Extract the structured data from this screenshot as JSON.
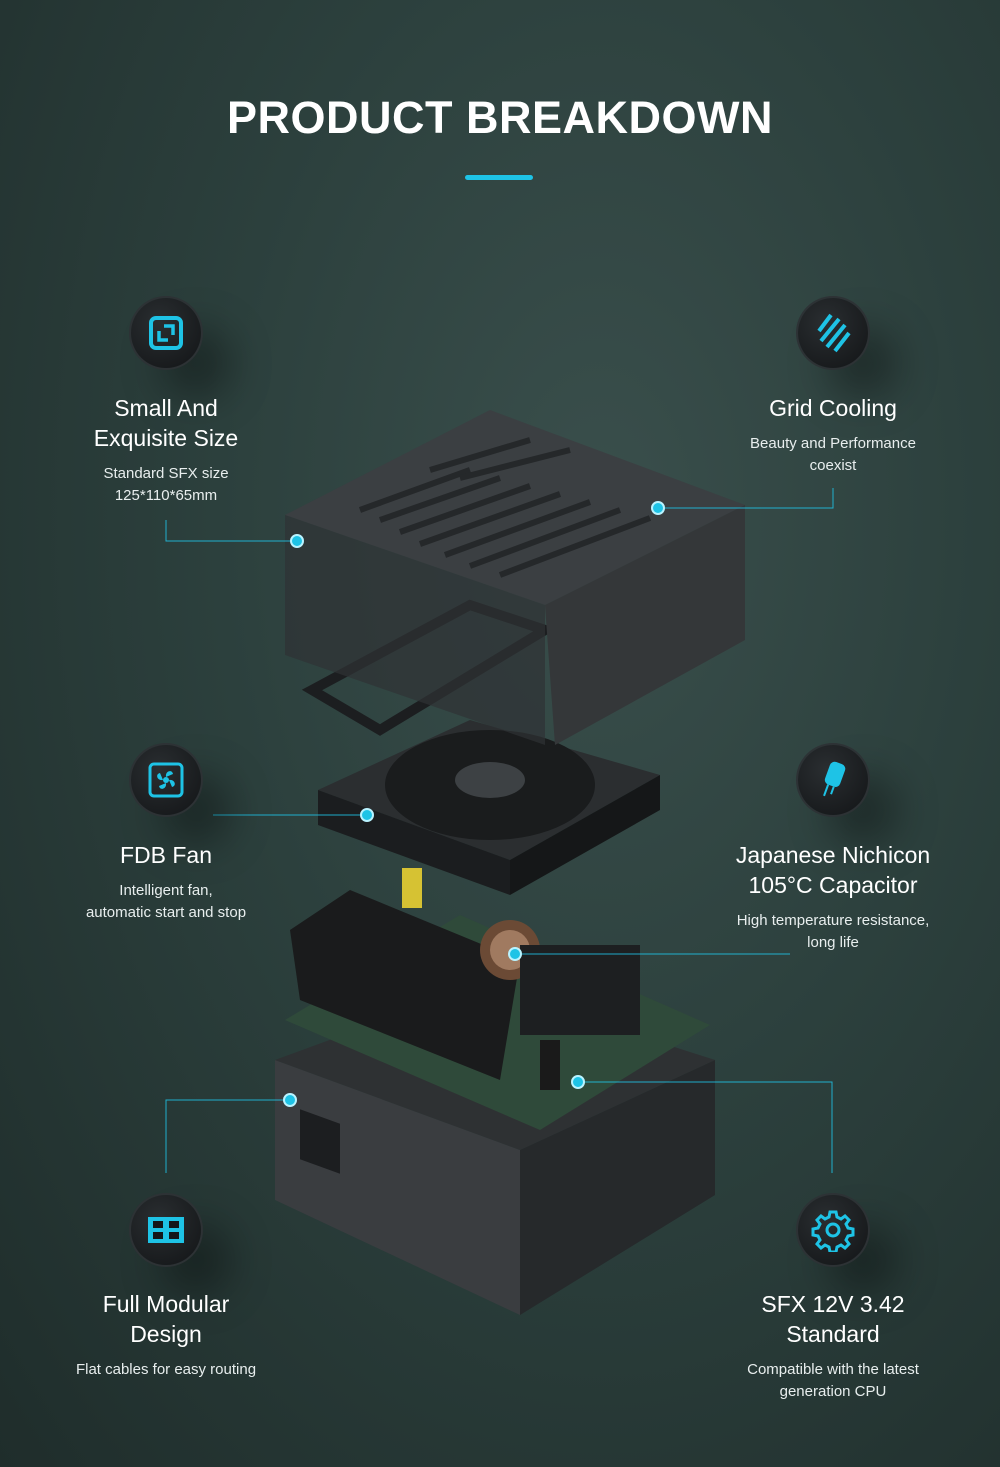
{
  "title": "PRODUCT BREAKDOWN",
  "accent_color": "#1ec3e6",
  "features": [
    {
      "icon": "resize-icon",
      "title_lines": [
        "Small And",
        "Exquisite Size"
      ],
      "desc_lines": [
        "Standard SFX size",
        "125*110*65mm"
      ]
    },
    {
      "icon": "grid-cooling-icon",
      "title_lines": [
        "Grid Cooling"
      ],
      "desc_lines": [
        "Beauty and Performance",
        "coexist"
      ]
    },
    {
      "icon": "fan-icon",
      "title_lines": [
        "FDB Fan"
      ],
      "desc_lines": [
        "Intelligent fan,",
        "automatic start and stop"
      ]
    },
    {
      "icon": "capacitor-icon",
      "title_lines": [
        "Japanese Nichicon",
        "105°C Capacitor"
      ],
      "desc_lines": [
        "High temperature resistance,",
        "long life"
      ]
    },
    {
      "icon": "modular-icon",
      "title_lines": [
        "Full Modular",
        "Design"
      ],
      "desc_lines": [
        "Flat cables for easy routing"
      ]
    },
    {
      "icon": "gear-icon",
      "title_lines": [
        "SFX 12V 3.42",
        "Standard"
      ],
      "desc_lines": [
        "Compatible with the latest",
        "generation CPU"
      ]
    }
  ]
}
